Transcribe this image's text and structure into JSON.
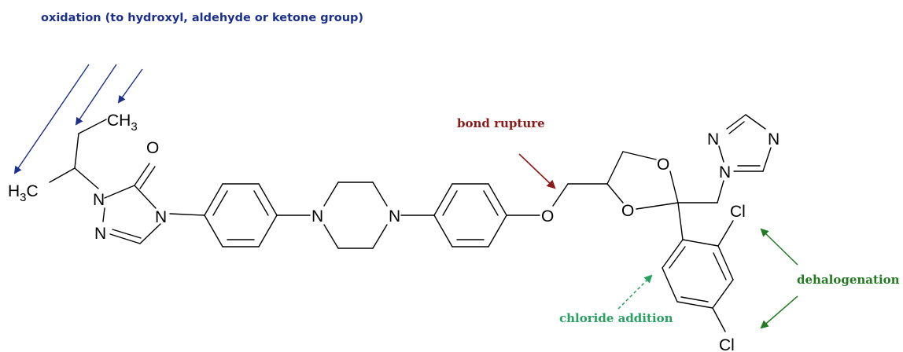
{
  "annotations": {
    "oxidation": "oxidation (to hydroxyl, aldehyde or ketone group)",
    "bond_rupture": "bond rupture",
    "chloride_addition": "chloride addition",
    "dehalogenation": "dehalogenation"
  },
  "atoms": {
    "ch3": "CH",
    "ch3_sub": "3",
    "h3c_h": "H",
    "h3c_sub": "3",
    "h3c_c": "C",
    "carbonyl_o": "O",
    "n1": "N",
    "n2": "N",
    "n4": "N",
    "pip_n_left": "N",
    "pip_n_right": "N",
    "ether_o": "O",
    "dioxolane_o_top": "O",
    "dioxolane_o_bottom": "O",
    "triazole_n_top": "N",
    "triazole_n_right": "N",
    "triazole_n_attach": "N",
    "cl_top": "Cl",
    "cl_bottom": "Cl"
  },
  "colors": {
    "oxidation": "#1b2f8c",
    "bond_rupture": "#8b1a1a",
    "chloride_addition": "#27a060",
    "dehalogenation": "#237a23",
    "atoms": "#000000"
  }
}
